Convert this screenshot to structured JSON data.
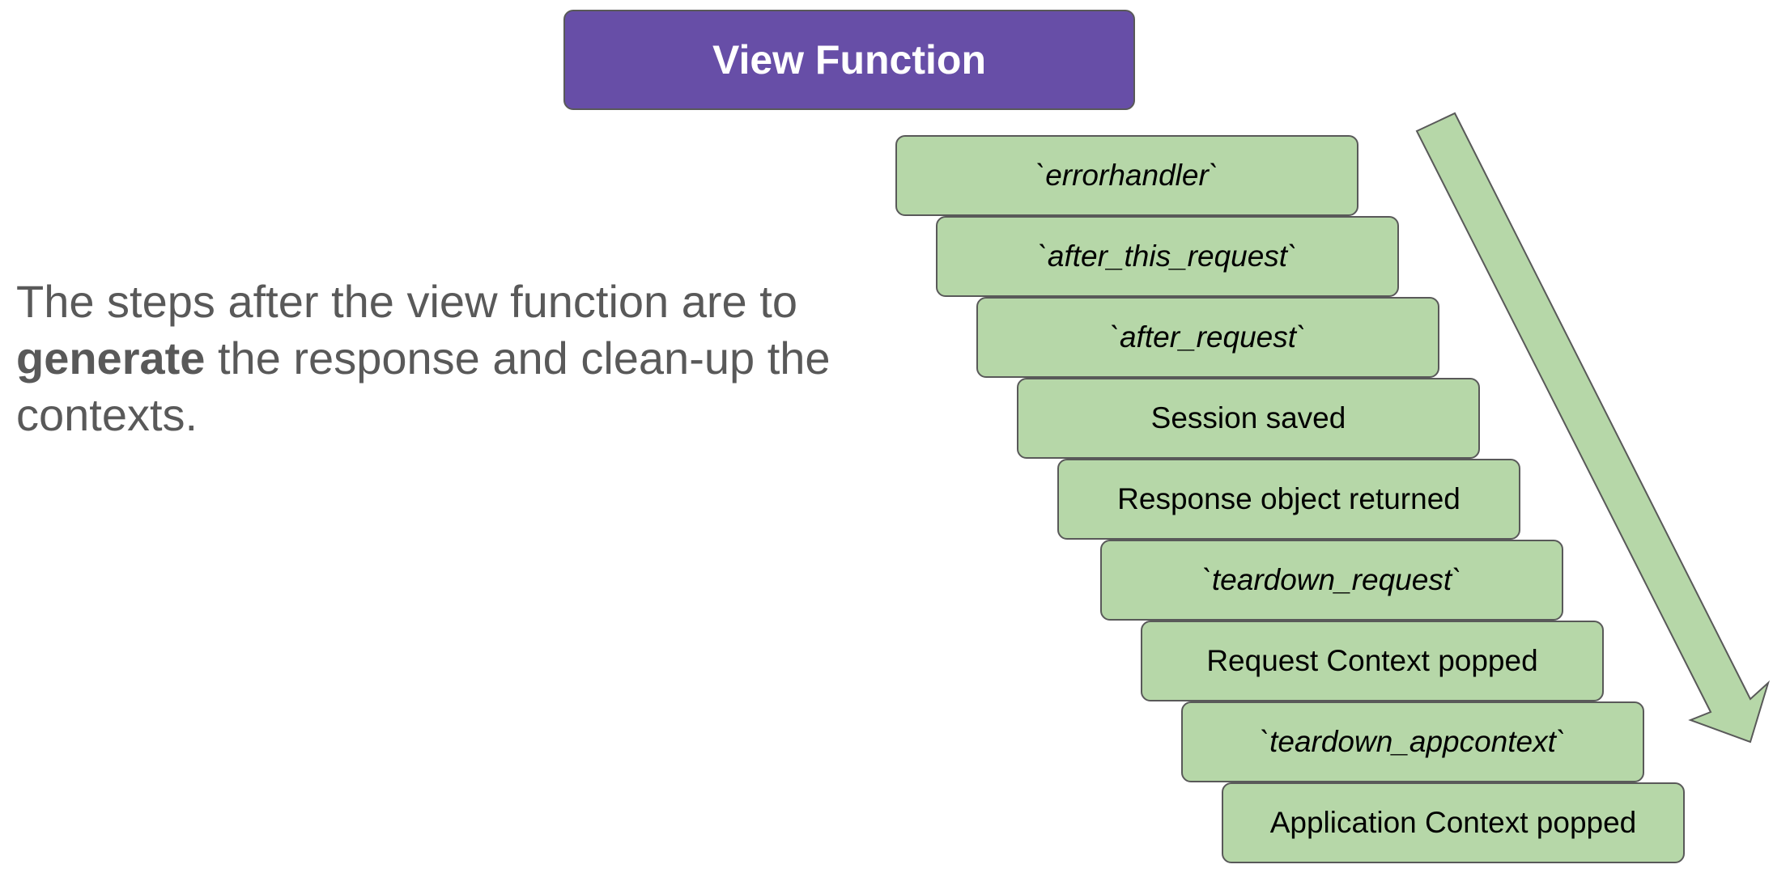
{
  "title": "View Function",
  "description": {
    "prefix": "The steps after the view function are to ",
    "bold": "generate",
    "suffix": " the response and clean-up the contexts."
  },
  "steps": [
    {
      "label": "`errorhandler`",
      "italic": true
    },
    {
      "label": "`after_this_request`",
      "italic": true
    },
    {
      "label": "`after_request`",
      "italic": true
    },
    {
      "label": "Session saved",
      "italic": false
    },
    {
      "label": "Response object returned",
      "italic": false
    },
    {
      "label": "`teardown_request`",
      "italic": true
    },
    {
      "label": "Request Context popped",
      "italic": false
    },
    {
      "label": "`teardown_appcontext`",
      "italic": true
    },
    {
      "label": "Application Context popped",
      "italic": false
    }
  ],
  "colors": {
    "title_fill": "#674ea7",
    "step_fill": "#b6d7a8",
    "arrow_fill": "#b6d7a8",
    "outline": "#595959",
    "description_text": "#595959"
  },
  "icons": {
    "flow_arrow": "down-right-arrow"
  }
}
